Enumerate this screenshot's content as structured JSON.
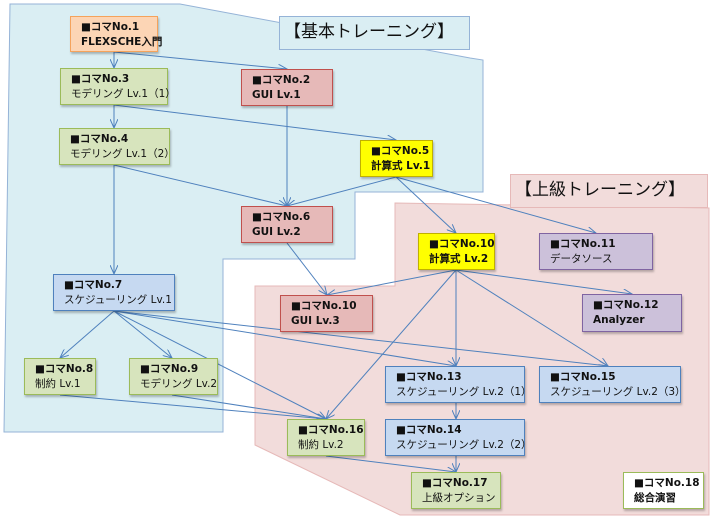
{
  "regions": {
    "basic": {
      "title": "【基本トレーニング】",
      "fill": "#daeef3",
      "stroke": "#95b3d7"
    },
    "advanced": {
      "title": "【上級トレーニング】",
      "fill": "#f2dcdb",
      "stroke": "#e6b9b8"
    }
  },
  "nodes": [
    {
      "id": "n1",
      "line1": "■コマNo.1",
      "line2": "FLEXSCHE入門",
      "color": "orange"
    },
    {
      "id": "n2",
      "line1": "■コマNo.2",
      "line2": "GUI Lv.1",
      "color": "red"
    },
    {
      "id": "n3",
      "line1": "■コマNo.3",
      "line2": "モデリング Lv.1（1）",
      "color": "green"
    },
    {
      "id": "n4",
      "line1": "■コマNo.4",
      "line2": "モデリング Lv.1（2）",
      "color": "green"
    },
    {
      "id": "n5",
      "line1": "■コマNo.5",
      "line2": "計算式 Lv.1",
      "color": "yellow"
    },
    {
      "id": "n6",
      "line1": "■コマNo.6",
      "line2": "GUI Lv.2",
      "color": "red"
    },
    {
      "id": "n7",
      "line1": "■コマNo.7",
      "line2": "スケジューリング Lv.1",
      "color": "blue"
    },
    {
      "id": "n8",
      "line1": "■コマNo.8",
      "line2": "制約 Lv.1",
      "color": "green"
    },
    {
      "id": "n9",
      "line1": "■コマNo.9",
      "line2": "モデリング Lv.2",
      "color": "green"
    },
    {
      "id": "n10a",
      "line1": "■コマNo.10",
      "line2": "GUI Lv.3",
      "color": "red"
    },
    {
      "id": "n10b",
      "line1": "■コマNo.10",
      "line2": "計算式 Lv.2",
      "color": "yellow"
    },
    {
      "id": "n11",
      "line1": "■コマNo.11",
      "line2": "データソース",
      "color": "purple"
    },
    {
      "id": "n12",
      "line1": "■コマNo.12",
      "line2": "Analyzer",
      "color": "purple"
    },
    {
      "id": "n13",
      "line1": "■コマNo.13",
      "line2": "スケジューリング Lv.2（1）",
      "color": "blue"
    },
    {
      "id": "n14",
      "line1": "■コマNo.14",
      "line2": "スケジューリング Lv.2（2）",
      "color": "blue"
    },
    {
      "id": "n15",
      "line1": "■コマNo.15",
      "line2": "スケジューリング Lv.2（3）",
      "color": "blue"
    },
    {
      "id": "n16",
      "line1": "■コマNo.16",
      "line2": "制約 Lv.2",
      "color": "green"
    },
    {
      "id": "n17",
      "line1": "■コマNo.17",
      "line2": "上級オプション",
      "color": "green"
    },
    {
      "id": "n18",
      "line1": "■コマNo.18",
      "line2": "総合演習",
      "color": "white"
    }
  ],
  "edges": [
    [
      "n1",
      "n3"
    ],
    [
      "n1",
      "n2"
    ],
    [
      "n3",
      "n4"
    ],
    [
      "n3",
      "n5"
    ],
    [
      "n2",
      "n6"
    ],
    [
      "n4",
      "n6"
    ],
    [
      "n5",
      "n6"
    ],
    [
      "n4",
      "n7"
    ],
    [
      "n5",
      "n10b"
    ],
    [
      "n5",
      "n11"
    ],
    [
      "n6",
      "n10a"
    ],
    [
      "n10b",
      "n10a"
    ],
    [
      "n10b",
      "n12"
    ],
    [
      "n10b",
      "n13"
    ],
    [
      "n10b",
      "n15"
    ],
    [
      "n10b",
      "n16"
    ],
    [
      "n7",
      "n8"
    ],
    [
      "n7",
      "n9"
    ],
    [
      "n7",
      "n16"
    ],
    [
      "n7",
      "n13"
    ],
    [
      "n7",
      "n15"
    ],
    [
      "n8",
      "n16"
    ],
    [
      "n9",
      "n16"
    ],
    [
      "n13",
      "n14"
    ],
    [
      "n14",
      "n17"
    ],
    [
      "n16",
      "n17"
    ]
  ],
  "edge_color": "#4f81bd"
}
